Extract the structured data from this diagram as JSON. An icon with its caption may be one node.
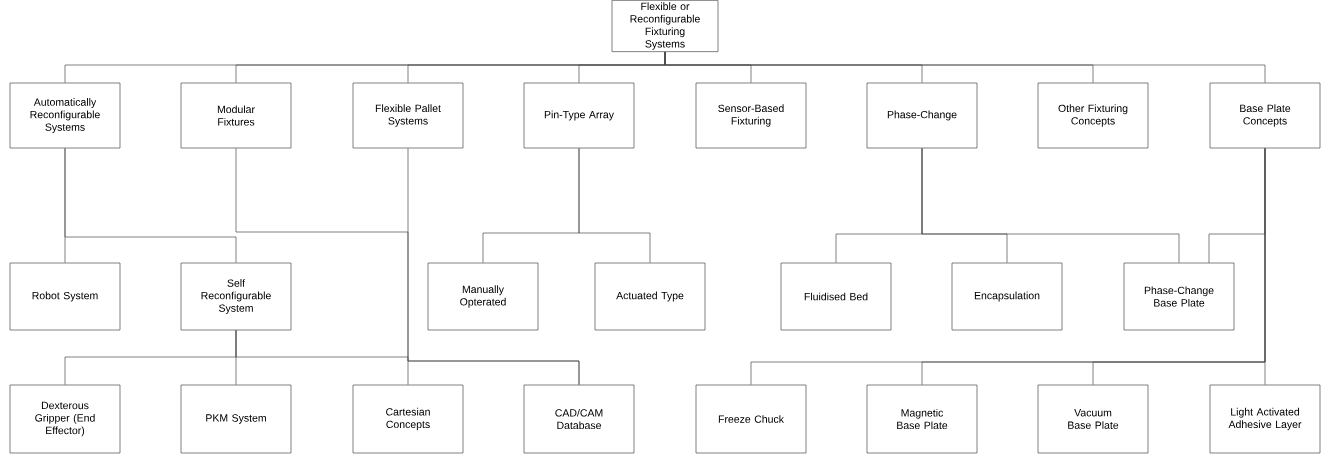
{
  "diagram": {
    "nodes": [
      {
        "text": [
          "Flexible or Reconfigurable Fixturing Systems"
        ]
      },
      {
        "text": [
          "Automatically Reconfigurable Systems"
        ]
      },
      {
        "text": [
          "Modular Fixtures"
        ]
      },
      {
        "text": [
          "Flexible Pallet Systems"
        ]
      },
      {
        "text": [
          "Pin-Type Array"
        ]
      },
      {
        "text": [
          "Sensor-Based Fixturing"
        ]
      },
      {
        "text": [
          "Phase-Change"
        ]
      },
      {
        "text": [
          "Other Fixturing Concepts"
        ]
      },
      {
        "text": [
          "Base Plate Concepts"
        ]
      },
      {
        "text": [
          "Robot System"
        ]
      },
      {
        "text": [
          "Self Reconfigurable System"
        ]
      },
      {
        "text": [
          "Manually Opterated"
        ]
      },
      {
        "text": [
          "Actuated Type"
        ]
      },
      {
        "text": [
          "Fluidised Bed"
        ]
      },
      {
        "text": [
          "Encapsulation"
        ]
      },
      {
        "text": [
          "Phase-Change Base Plate"
        ]
      },
      {
        "text": [
          "Dexterous Gripper (End Effector)"
        ]
      },
      {
        "text": [
          "PKM System"
        ]
      },
      {
        "text": [
          "Cartesian Concepts"
        ]
      },
      {
        "text": [
          "CAD/CAM Database"
        ]
      },
      {
        "text": [
          "Freeze Chuck"
        ]
      },
      {
        "text": [
          "Magnetic Base Plate"
        ]
      },
      {
        "text": [
          "Vacuum Base Plate"
        ]
      },
      {
        "text": [
          "Light Activated Adhesive Layer"
        ]
      }
    ],
    "edges": [
      {
        "from": 0,
        "to": 1,
        "arrow": "none"
      },
      {
        "from": 0,
        "to": 2,
        "arrow": "none"
      },
      {
        "from": 0,
        "to": 3,
        "arrow": "none"
      },
      {
        "from": 0,
        "to": 4,
        "arrow": "none"
      },
      {
        "from": 0,
        "to": 5,
        "arrow": "none"
      },
      {
        "from": 0,
        "to": 6,
        "arrow": "none"
      },
      {
        "from": 0,
        "to": 7,
        "arrow": "none"
      },
      {
        "from": 0,
        "to": 8,
        "arrow": "none"
      },
      {
        "from": 1,
        "to": 9,
        "arrow": "none"
      },
      {
        "from": 1,
        "to": 10,
        "arrow": "none"
      },
      {
        "from": 10,
        "to": 16,
        "arrow": "none"
      },
      {
        "from": 10,
        "to": 17,
        "arrow": "none"
      },
      {
        "from": 10,
        "to": 18,
        "arrow": "none"
      },
      {
        "from": 2,
        "to": 19,
        "arrow": "none"
      },
      {
        "from": 3,
        "to": 19,
        "arrow": "none"
      },
      {
        "from": 4,
        "to": 11,
        "arrow": "none"
      },
      {
        "from": 4,
        "to": 12,
        "arrow": "none"
      },
      {
        "from": 6,
        "to": 13,
        "arrow": "none"
      },
      {
        "from": 6,
        "to": 14,
        "arrow": "none"
      },
      {
        "from": 6,
        "to": 15,
        "arrow": "none"
      },
      {
        "from": 8,
        "to": 15,
        "arrow": "none"
      },
      {
        "from": 8,
        "to": 20,
        "arrow": "none"
      },
      {
        "from": 8,
        "to": 21,
        "arrow": "none"
      },
      {
        "from": 8,
        "to": 22,
        "arrow": "none"
      },
      {
        "from": 8,
        "to": 23,
        "arrow": "none"
      }
    ]
  }
}
